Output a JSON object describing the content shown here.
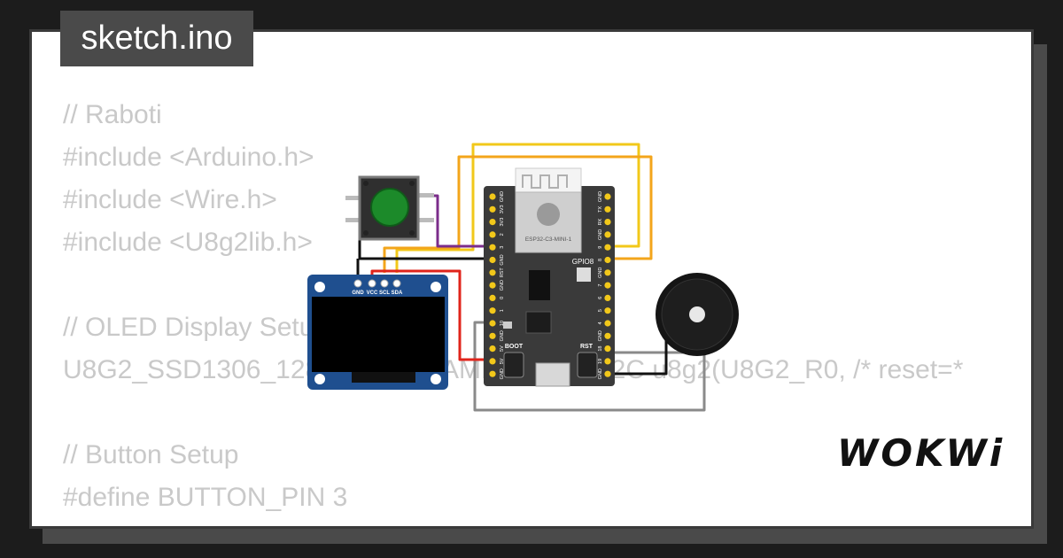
{
  "file_tab": {
    "label": "sketch.ino"
  },
  "code_lines": [
    "// Raboti",
    "#include <Arduino.h>",
    "#include <Wire.h>",
    "#include <U8g2lib.h>",
    "",
    "// OLED Display Setup",
    "U8G2_SSD1306_128X64_NONAME_F_HW_I2C u8g2(U8G2_R0, /* reset=*",
    "",
    "// Button Setup",
    "#define BUTTON_PIN 3"
  ],
  "oled": {
    "pins": [
      "GND",
      "VCC",
      "SCL",
      "SDA"
    ]
  },
  "board": {
    "module_label": "ESP32-C3-MINI-1",
    "led_label": "GPIO8",
    "boot_label": "BOOT",
    "rst_label": "RST",
    "left_pins": [
      "GND",
      "3V3",
      "3V3",
      "2",
      "3",
      "GND",
      "RST",
      "GND",
      "0",
      "1",
      "10",
      "GND",
      "5V",
      "5V",
      "GND"
    ],
    "right_pins": [
      "GND",
      "TX",
      "RX",
      "GND",
      "9",
      "8",
      "GND",
      "7",
      "6",
      "5",
      "4",
      "GND",
      "18",
      "19",
      "GND"
    ]
  },
  "brand": {
    "logo": "WOKWi"
  },
  "colors": {
    "board": "#3a3a3a",
    "oled_pcb": "#1f4f8f",
    "button_cap": "#1c8a2a",
    "wire_purple": "#7b2d8b",
    "wire_yellow": "#f2c81a",
    "wire_orange": "#f3a51b",
    "wire_red": "#e0241b",
    "wire_black": "#111111",
    "wire_gray": "#8a8a8a"
  }
}
